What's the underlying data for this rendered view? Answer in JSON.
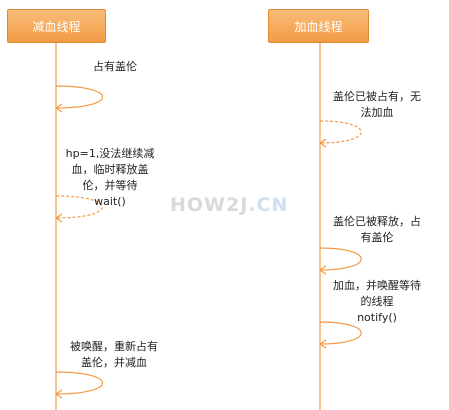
{
  "lifelines": {
    "left_title": "减血线程",
    "right_title": "加血线程"
  },
  "left_notes": {
    "n1": "占有盖伦",
    "n2_l1": "hp=1,没法继续减",
    "n2_l2": "血，临时释放盖",
    "n2_l3": "伦，并等待",
    "n2_l4": "wait()",
    "n3_l1": "被唤醒，重新占有",
    "n3_l2": "盖伦，并减血"
  },
  "right_notes": {
    "n1_l1": "盖伦已被占有，无",
    "n1_l2": "法加血",
    "n2_l1": "盖伦已被释放，占",
    "n2_l2": "有盖伦",
    "n3_l1": "加血，并唤醒等待",
    "n3_l2": "的线程",
    "n3_l3": "notify()"
  },
  "watermark": {
    "text_a": "HOW2J",
    "text_b": ".CN"
  },
  "colors": {
    "accent": "#f29a45",
    "lifeline": "#f5a358"
  }
}
